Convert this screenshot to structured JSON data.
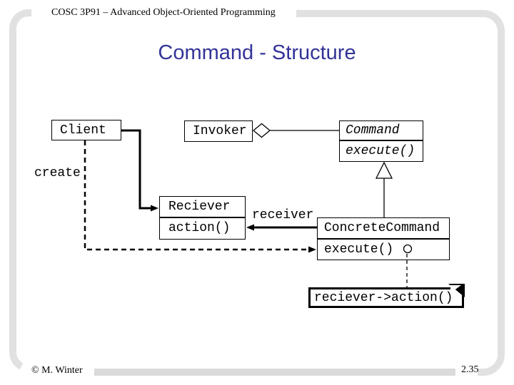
{
  "header": {
    "course": "COSC 3P91 – Advanced Object-Oriented Programming"
  },
  "title": "Command - Structure",
  "diagram": {
    "classes": {
      "client": {
        "name": "Client"
      },
      "invoker": {
        "name": "Invoker"
      },
      "command": {
        "name": "Command",
        "method": "execute()",
        "abstract": true
      },
      "receiver": {
        "name": "Reciever",
        "method": "action()"
      },
      "concrete_command": {
        "name": "ConcreteCommand",
        "method": "execute()"
      }
    },
    "labels": {
      "create": "create",
      "receiver_role": "receiver"
    },
    "note": {
      "text": "reciever->action()"
    }
  },
  "footer": {
    "copyright": "© M. Winter",
    "page_number": "2.35"
  },
  "colors": {
    "title": "#333399",
    "frame": "#e1e1e1",
    "footer_bar": "#dadada",
    "ink": "#000000"
  }
}
